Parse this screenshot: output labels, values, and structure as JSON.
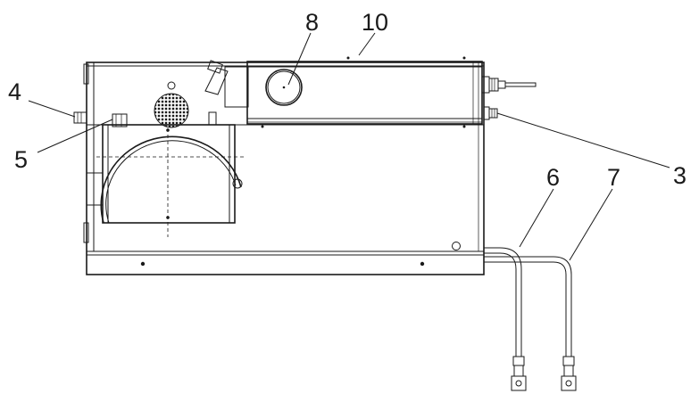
{
  "callouts": [
    {
      "id": "c3",
      "label": "3"
    },
    {
      "id": "c4",
      "label": "4"
    },
    {
      "id": "c5",
      "label": "5"
    },
    {
      "id": "c6",
      "label": "6"
    },
    {
      "id": "c7",
      "label": "7"
    },
    {
      "id": "c8",
      "label": "8"
    },
    {
      "id": "c10",
      "label": "10"
    }
  ]
}
